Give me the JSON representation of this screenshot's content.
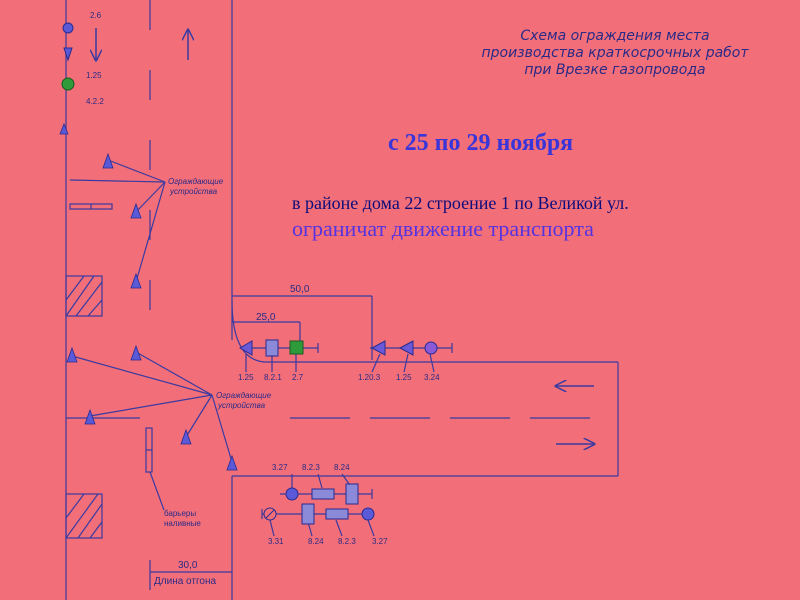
{
  "title": {
    "line1": "Схема ограждения места",
    "line2": "производства краткосрочных работ",
    "line3": "при Врезке газопровода"
  },
  "dates": "с 25 по 29 ноября",
  "location": "в районе дома 22 строение 1 по Великой ул.",
  "restriction": "ограничат движение транспорта",
  "labels": {
    "fencing_top_1": "Ограждающие",
    "fencing_top_2": "устройства",
    "fencing_mid_1": "Ограждающие",
    "fencing_mid_2": "устройства",
    "barriers_1": "барьеры",
    "barriers_2": "наливные",
    "length_caption": "Длина отгона"
  },
  "dimensions": {
    "d50": "50,0",
    "d25": "25,0",
    "d30": "30,0"
  },
  "sign_codes": {
    "s_2_6": "2.6",
    "s_1_25_left": "1.25",
    "s_4_2_2": "4.2.2",
    "s_1_25_a": "1.25",
    "s_8_2_1": "8.2.1",
    "s_2_7": "2.7",
    "s_1_20_3": "1.20.3",
    "s_1_25_b": "1.25",
    "s_3_24": "3.24",
    "s_3_27_top": "3.27",
    "s_8_2_3_top": "8.2.3",
    "s_8_24_top": "8.24",
    "s_3_31": "3.31",
    "s_8_24_bot": "8.24",
    "s_8_2_3_bot": "8.2.3",
    "s_3_27_bot": "3.27"
  },
  "colors": {
    "background": "#f26f7a",
    "lines": "#3a3aa0",
    "sign_green": "#2e9a3a",
    "sign_blue": "#3a3ad0"
  }
}
